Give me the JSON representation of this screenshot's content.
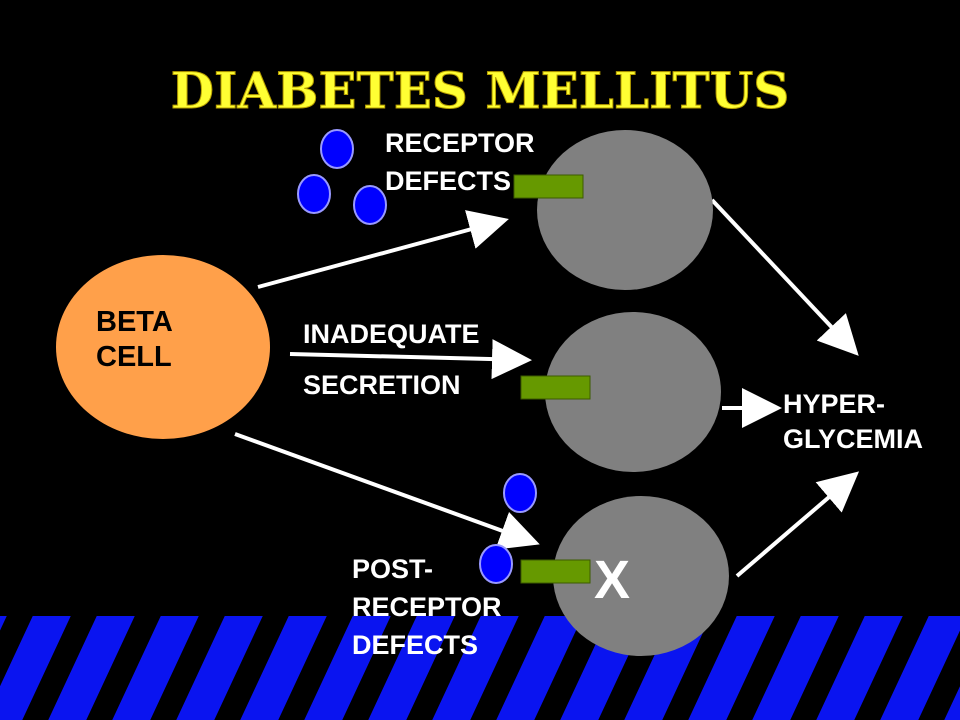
{
  "slide": {
    "title": "DIABETES MELLITUS",
    "beta_cell": {
      "line1": "BETA",
      "line2": "CELL"
    },
    "receptor_defects": {
      "line1": "RECEPTOR",
      "line2": "DEFECTS"
    },
    "inadequate_secretion": {
      "line1": "INADEQUATE",
      "line2": "SECRETION"
    },
    "post_receptor_defects": {
      "line1": "POST-",
      "line2": "RECEPTOR",
      "line3": "DEFECTS"
    },
    "hyperglycemia": {
      "line1": "HYPER-",
      "line2": "GLYCEMIA"
    },
    "blocked_mark": "X"
  },
  "colors": {
    "background": "#000000",
    "title": "#ffff33",
    "beta_cell": "#ffa04a",
    "target_cell": "#808080",
    "receptor": "#669900",
    "insulin": "#0000ff",
    "stripe_blue": "#0a14f0",
    "text": "#ffffff"
  }
}
